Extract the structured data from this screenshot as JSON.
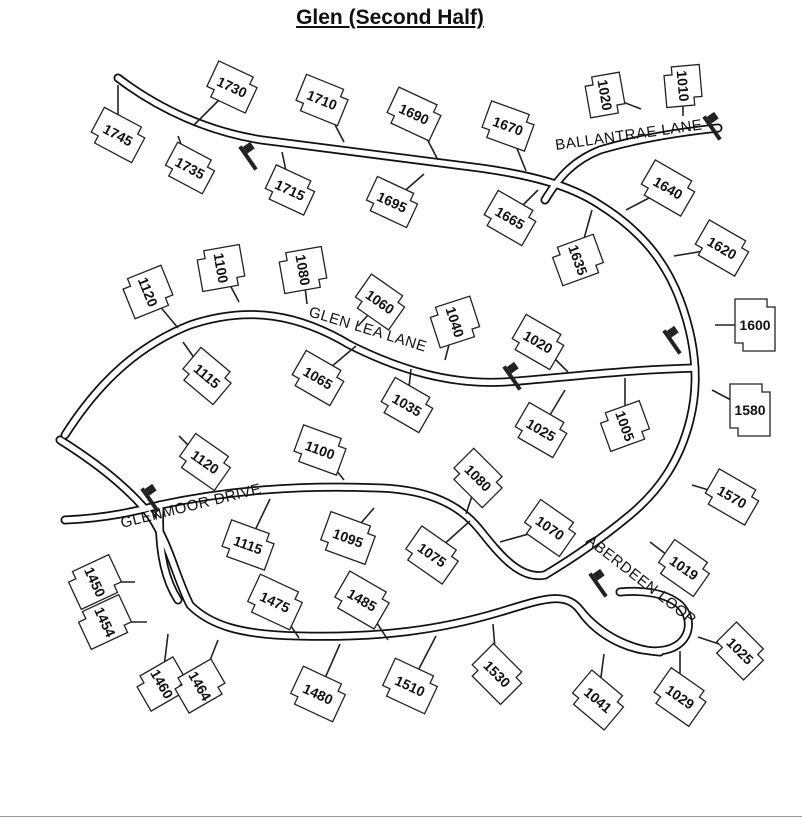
{
  "title": "Glen (Second Half)",
  "streets": {
    "ballantrae": "BALLANTRAE LANE",
    "glen_lea": "GLEN LEA LANE",
    "glenmoor": "GLENMOOR DRIVE",
    "aberdeen": "ABERDEEN LOOP"
  },
  "lots": [
    {
      "number": "1745"
    },
    {
      "number": "1730"
    },
    {
      "number": "1735"
    },
    {
      "number": "1710"
    },
    {
      "number": "1715"
    },
    {
      "number": "1690"
    },
    {
      "number": "1695"
    },
    {
      "number": "1670"
    },
    {
      "number": "1665"
    },
    {
      "number": "1020"
    },
    {
      "number": "1010"
    },
    {
      "number": "1640"
    },
    {
      "number": "1635"
    },
    {
      "number": "1620"
    },
    {
      "number": "1600"
    },
    {
      "number": "1580"
    },
    {
      "number": "1570"
    },
    {
      "number": "1120"
    },
    {
      "number": "1100"
    },
    {
      "number": "1080"
    },
    {
      "number": "1060"
    },
    {
      "number": "1040"
    },
    {
      "number": "1020"
    },
    {
      "number": "1115"
    },
    {
      "number": "1065"
    },
    {
      "number": "1035"
    },
    {
      "number": "1025"
    },
    {
      "number": "1005"
    },
    {
      "number": "1120"
    },
    {
      "number": "1100"
    },
    {
      "number": "1080"
    },
    {
      "number": "1070"
    },
    {
      "number": "1019"
    },
    {
      "number": "1115"
    },
    {
      "number": "1095"
    },
    {
      "number": "1075"
    },
    {
      "number": "1025"
    },
    {
      "number": "1450"
    },
    {
      "number": "1454"
    },
    {
      "number": "1475"
    },
    {
      "number": "1485"
    },
    {
      "number": "1460"
    },
    {
      "number": "1464"
    },
    {
      "number": "1480"
    },
    {
      "number": "1510"
    },
    {
      "number": "1530"
    },
    {
      "number": "1041"
    },
    {
      "number": "1029"
    }
  ],
  "icons": {
    "hydrant": "fire-hydrant-icon"
  },
  "colors": {
    "ink": "#111111",
    "paper": "#ffffff"
  }
}
